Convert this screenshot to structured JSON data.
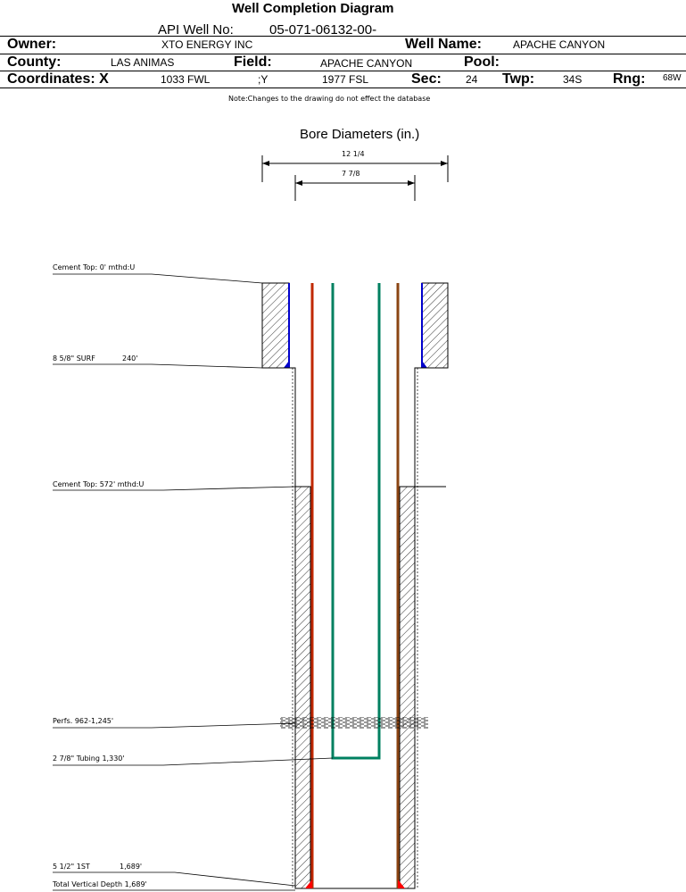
{
  "header": {
    "title": "Well Completion Diagram",
    "api_label": "API Well No:",
    "api_value": "05-071-06132-00-",
    "owner_label": "Owner:",
    "owner_value": "XTO ENERGY INC",
    "well_name_label": "Well Name:",
    "well_name_value": "APACHE CANYON",
    "county_label": "County:",
    "county_value": "LAS ANIMAS",
    "field_label": "Field:",
    "field_value": "APACHE CANYON",
    "pool_label": "Pool:",
    "pool_value": "",
    "coord_label": "Coordinates: X",
    "coord_x_value": "1033 FWL",
    "coord_y_label": ";Y",
    "coord_y_value": "1977 FSL",
    "sec_label": "Sec:",
    "sec_value": "24",
    "twp_label": "Twp:",
    "twp_value": "34S",
    "rng_label": "Rng:",
    "rng_value": "68W",
    "note": "Note:Changes to the drawing do not effect the database"
  },
  "diagram": {
    "bore_title": "Bore Diameters (in.)",
    "bore_outer": "12 1/4",
    "bore_inner": "7 7/8",
    "annotations": {
      "cement_top_1": "Cement Top: 0' mthd:U",
      "surface_casing": "8 5/8\" SURF",
      "surface_depth": "240'",
      "cement_top_2": "Cement Top: 572' mthd:U",
      "perfs": "Perfs. 962-1,245'",
      "tubing": "2 7/8\" Tubing 1,330'",
      "production_casing": "5 1/2\" 1ST",
      "production_depth": "1,689'",
      "tvd": "Total Vertical Depth 1,689'"
    },
    "colors": {
      "production_casing_left": "#c02800",
      "production_casing_right": "#8b4513",
      "tubing": "#008060",
      "shoe_surface": "#0000cc",
      "shoe_production": "#ff0000"
    }
  }
}
